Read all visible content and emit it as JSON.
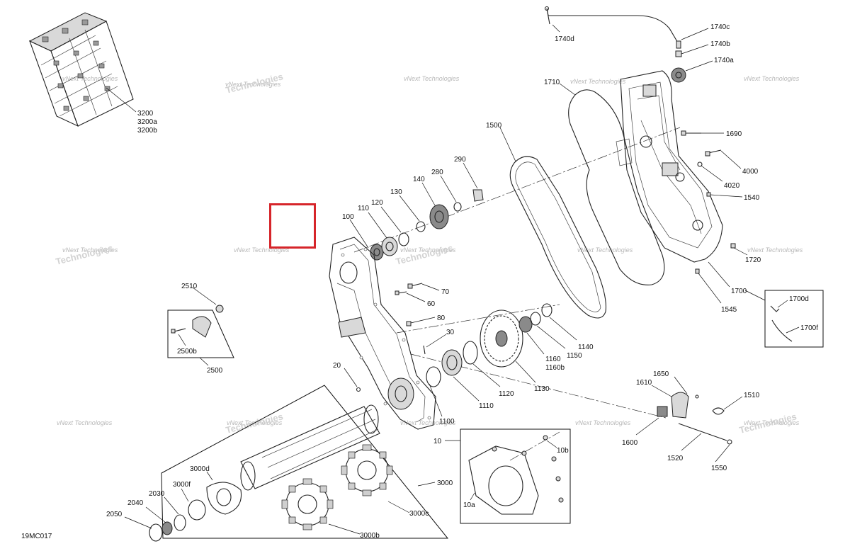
{
  "diagram": {
    "figure_code": "19MC017",
    "highlight_color": "#d6252a",
    "watermark_line1": "vNext",
    "watermark_line2": "Technologies",
    "watermark_full": "vNext Technologies",
    "callouts": {
      "c3200": "3200",
      "c3200a": "3200a",
      "c3200b": "3200b",
      "c1740d": "1740d",
      "c1740c": "1740c",
      "c1740b": "1740b",
      "c1740a": "1740a",
      "c1710": "1710",
      "c1500": "1500",
      "c1690": "1690",
      "c4000": "4000",
      "c4020": "4020",
      "c1540": "1540",
      "c1720": "1720",
      "c1700": "1700",
      "c1545": "1545",
      "c1700d": "1700d",
      "c1700f": "1700f",
      "c290": "290",
      "c280": "280",
      "c140": "140",
      "c130": "130",
      "c120": "120",
      "c110": "110",
      "c100": "100",
      "c70": "70",
      "c60": "60",
      "c80": "80",
      "c30": "30",
      "c20": "20",
      "c2510": "2510",
      "c2500b": "2500b",
      "c2500": "2500",
      "c1160": "1160",
      "c1160b": "1160b",
      "c1150": "1150",
      "c1140": "1140",
      "c1130": "1130",
      "c1120": "1120",
      "c1110": "1110",
      "c1100": "1100",
      "c1650": "1650",
      "c1610": "1610",
      "c1510": "1510",
      "c1600": "1600",
      "c1520": "1520",
      "c1550": "1550",
      "c10": "10",
      "c10a": "10a",
      "c10b": "10b",
      "c3000": "3000",
      "c3000d": "3000d",
      "c3000f": "3000f",
      "c3000c": "3000c",
      "c3000b": "3000b",
      "c2030": "2030",
      "c2040": "2040",
      "c2050": "2050"
    }
  }
}
